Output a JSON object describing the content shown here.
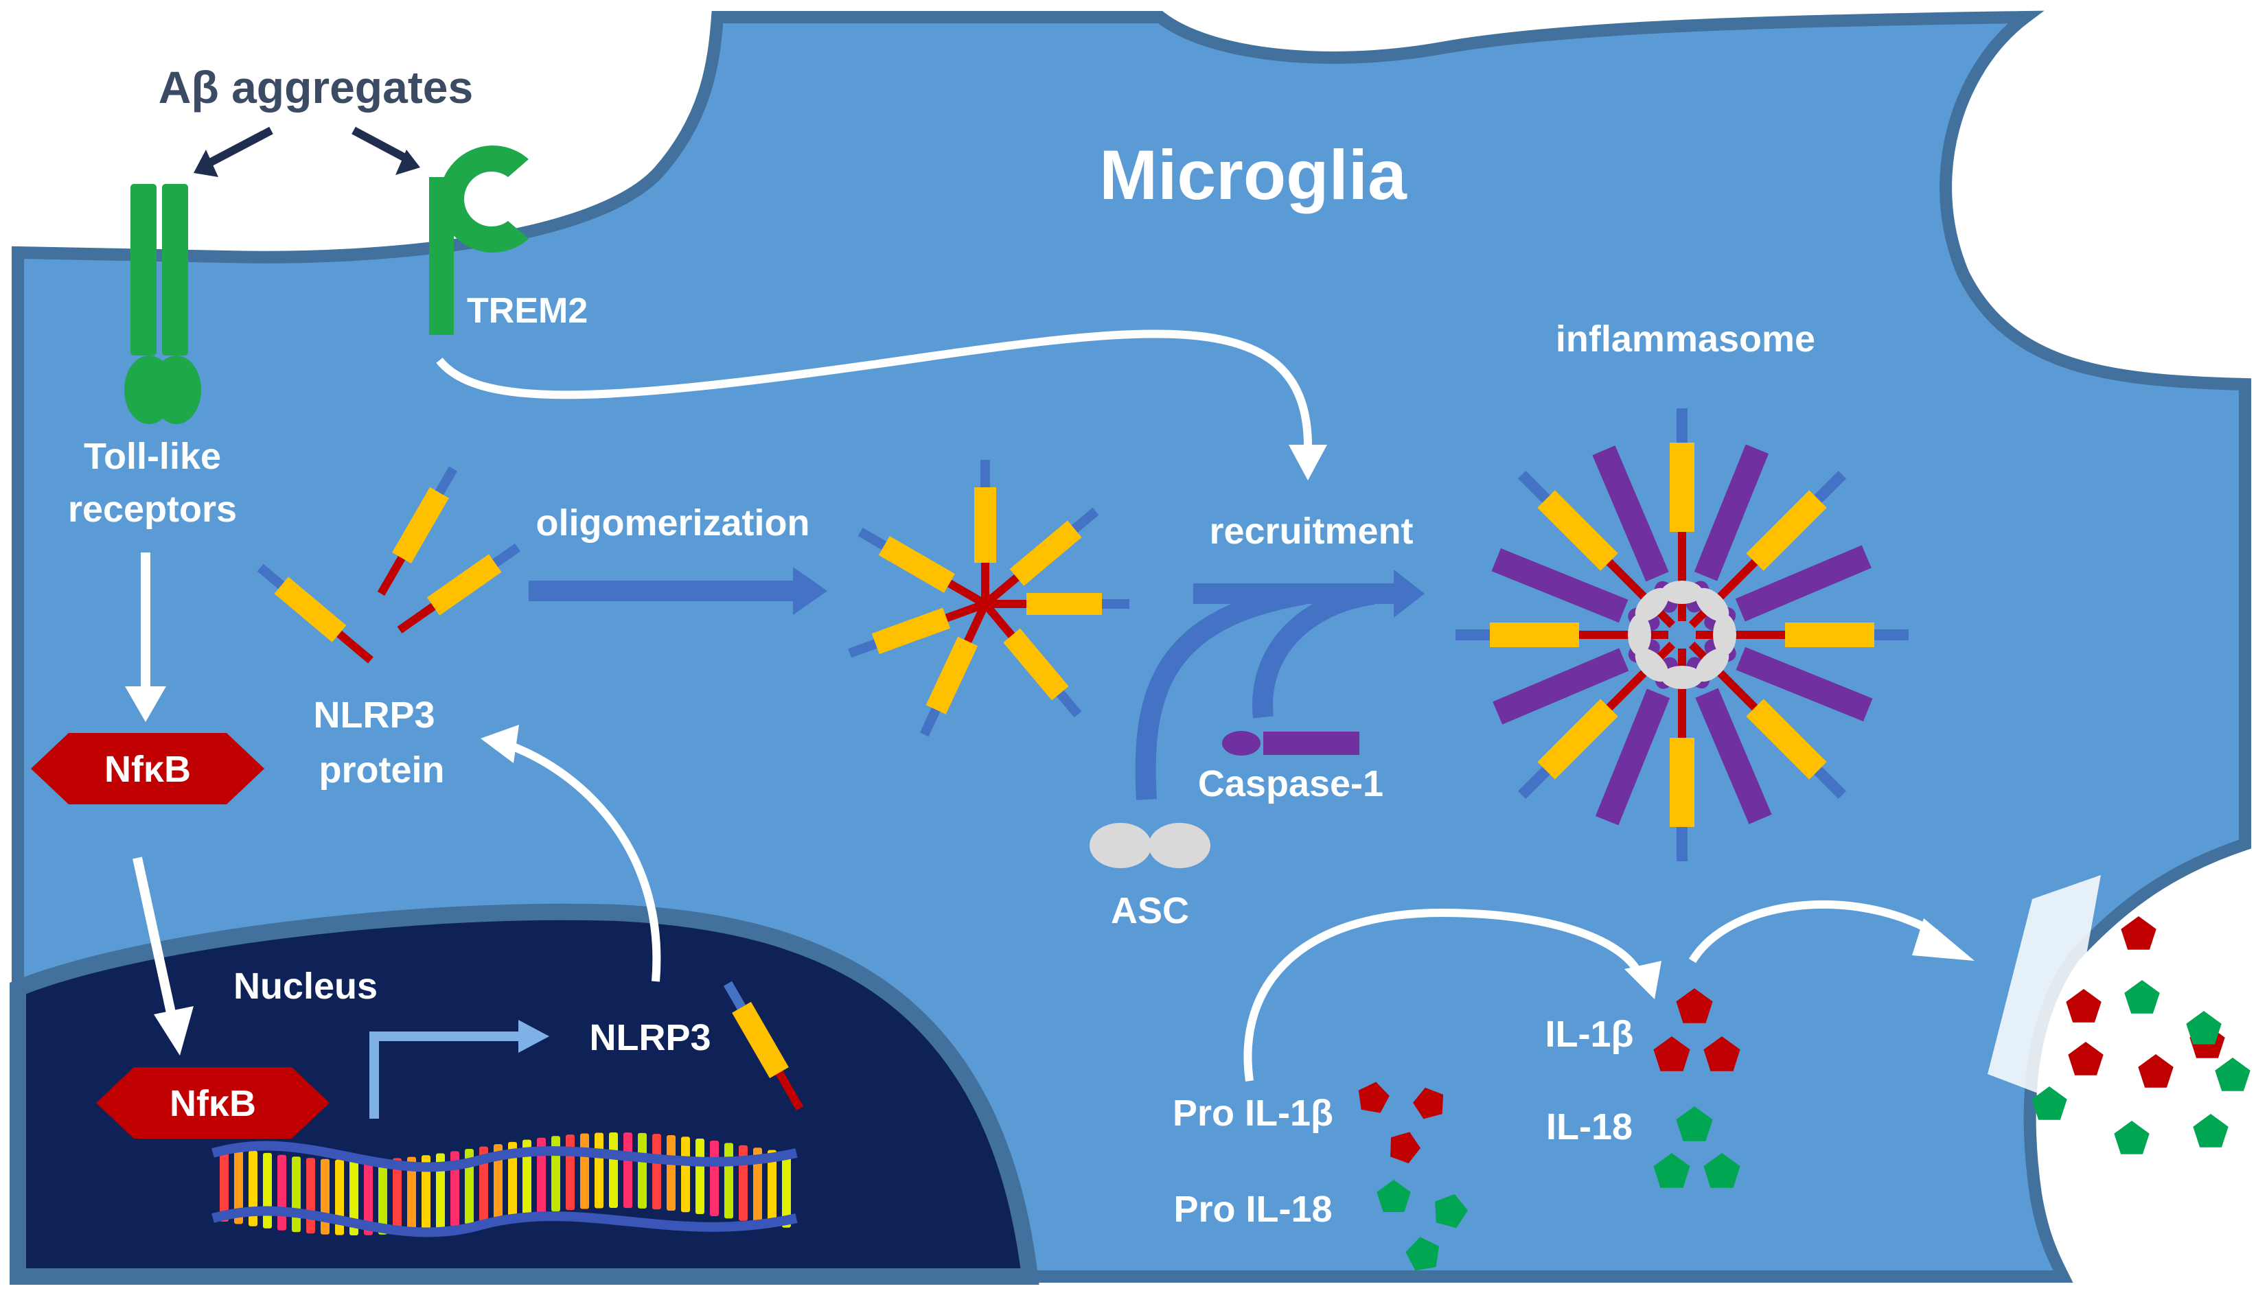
{
  "colors": {
    "cytoplasm": "#5b9bd5",
    "membrane": "#41719c",
    "nucleus": "#0f2257",
    "receptor_green": "#1fa84a",
    "nfkb_red": "#c00000",
    "yellow": "#ffc000",
    "linker_red": "#c00000",
    "tip_blue": "#4472c4",
    "caspase_purple": "#7030a0",
    "asc_gray": "#d9d9d9",
    "arrow_blue": "#4472c4",
    "arrow_white": "#ffffff",
    "cytokine_red": "#c00000",
    "cytokine_green": "#00a651",
    "dark_text": "#3a4b63"
  },
  "labels": {
    "abeta": "Aβ aggregates",
    "microglia": "Microglia",
    "trem2": "TREM2",
    "tlr_line1": "Toll-like",
    "tlr_line2": "receptors",
    "nfkb_cyto": "NfκB",
    "nfkb_nucleus": "NfκB",
    "nlrp3_protein_line1": "NLRP3",
    "nlrp3_protein_line2": "protein",
    "oligomerization": "oligomerization",
    "recruitment": "recruitment",
    "inflammasome": "inflammasome",
    "caspase1": "Caspase-1",
    "asc": "ASC",
    "nucleus": "Nucleus",
    "nlrp3_gene": "NLRP3",
    "pro_il1b": "Pro IL-1β",
    "pro_il18": "Pro IL-18",
    "il1b": "IL-1β",
    "il18": "IL-18"
  }
}
